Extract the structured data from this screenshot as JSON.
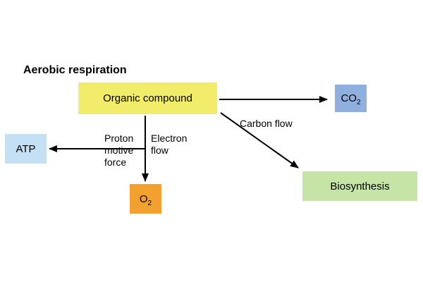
{
  "title": "Aerobic respiration",
  "boxes": {
    "organic": {
      "label": "Organic compound",
      "color": "#f2ec6b"
    },
    "co2": {
      "label": "CO",
      "sub": "2",
      "color": "#8fb0de"
    },
    "atp": {
      "label": "ATP",
      "color": "#c4e0f4"
    },
    "o2": {
      "label": "O",
      "sub": "2",
      "color": "#f2a02e"
    },
    "biosynthesis": {
      "label": "Biosynthesis",
      "color": "#c5e4a6"
    }
  },
  "labels": {
    "proton": [
      "Proton",
      "motive",
      "force"
    ],
    "electron": [
      "Electron",
      "flow"
    ],
    "carbon": "Carbon flow"
  },
  "arrow_color": "#000000"
}
